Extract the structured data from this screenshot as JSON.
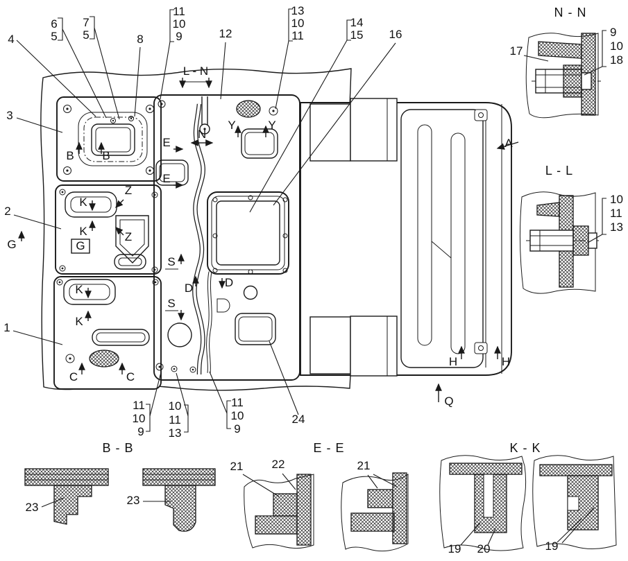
{
  "page": {
    "background": "#ffffff",
    "ink": "#1a1a1a"
  },
  "drawing": {
    "callouts": {
      "c1": "1",
      "c2": "2",
      "c3": "3",
      "c4": "4",
      "c5": "5",
      "c6": "6",
      "c7": "7",
      "c8": "8",
      "c9": "9",
      "c10": "10",
      "c11": "11",
      "c12": "12",
      "c13": "13",
      "c14": "14",
      "c15": "15",
      "c16": "16",
      "c17": "17",
      "c18": "18",
      "c19": "19",
      "c20": "20",
      "c21": "21",
      "c22": "22",
      "c23": "23",
      "c24": "24"
    },
    "sections": {
      "nn": "N - N",
      "ll": "L - L",
      "bb": "B - B",
      "ee": "E - E",
      "kk": "K - K",
      "ln": "L - N"
    },
    "markers": {
      "a": "A",
      "b": "B",
      "c": "C",
      "d": "D",
      "e": "E",
      "g": "G",
      "h": "H",
      "k": "K",
      "n": "N",
      "q": "Q",
      "s": "S",
      "y": "Y",
      "z": "Z"
    }
  }
}
